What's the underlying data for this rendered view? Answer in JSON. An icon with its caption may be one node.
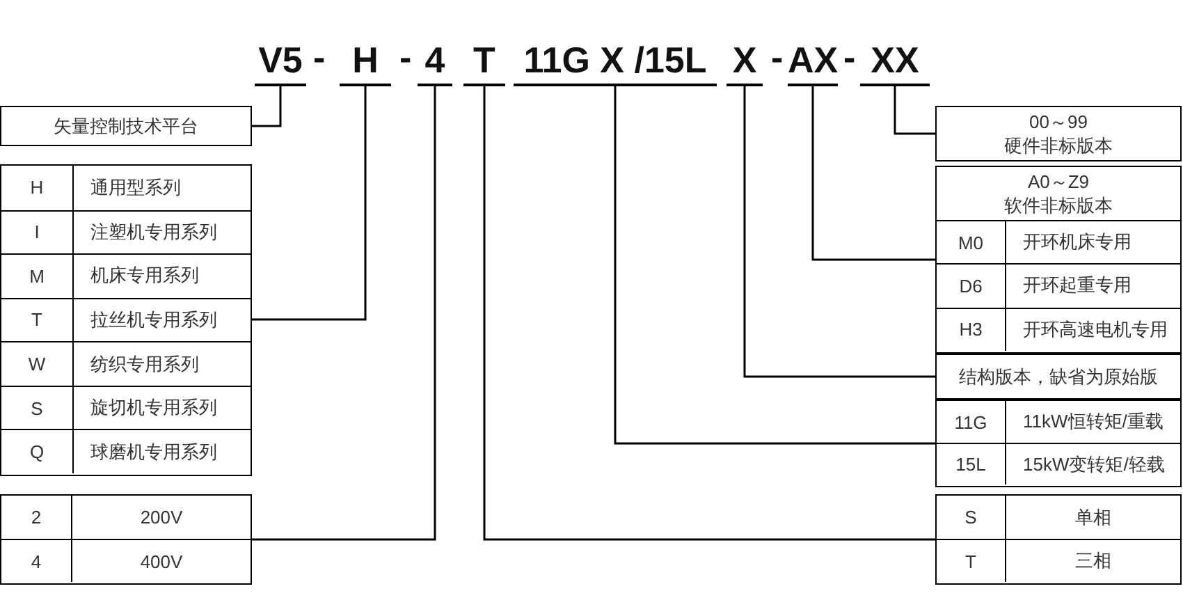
{
  "diagram": {
    "nodes": [
      {
        "text": [
          "V5"
        ]
      },
      {
        "text": [
          "H"
        ]
      },
      {
        "text": [
          "4"
        ]
      },
      {
        "text": [
          "T"
        ]
      },
      {
        "text": [
          "11G X /15L"
        ]
      },
      {
        "text": [
          "X"
        ]
      },
      {
        "text": [
          "AX"
        ]
      },
      {
        "text": [
          "XX"
        ]
      },
      {
        "text": [
          "矢量控制技术平台"
        ]
      },
      {
        "text": [],
        "shape": "box"
      },
      {
        "text": [
          "H",
          "通用型系列"
        ],
        "in": 9
      },
      {
        "text": [
          "I",
          "注塑机专用系列"
        ],
        "in": 9
      },
      {
        "text": [
          "M",
          "机床专用系列"
        ],
        "in": 9
      },
      {
        "text": [
          "T",
          "拉丝机专用系列"
        ],
        "in": 9
      },
      {
        "text": [
          "W",
          "纺织专用系列"
        ],
        "in": 9
      },
      {
        "text": [
          "S",
          "旋切机专用系列"
        ],
        "in": 9
      },
      {
        "text": [
          "Q",
          "球磨机专用系列"
        ],
        "in": 9
      },
      {
        "text": [],
        "shape": "box"
      },
      {
        "text": [
          "2",
          "200V"
        ],
        "in": 17
      },
      {
        "text": [
          "4",
          "400V"
        ],
        "in": 17
      },
      {
        "text": [
          "00～99",
          "硬件非标版本"
        ]
      },
      {
        "text": [
          "A0～Z9",
          "软件非标版本"
        ]
      },
      {
        "text": [
          "M0",
          "开环机床专用"
        ],
        "in": 21
      },
      {
        "text": [
          "D6",
          "开环起重专用"
        ],
        "in": 21
      },
      {
        "text": [
          "H3",
          "开环高速电机专用"
        ],
        "in": 21
      },
      {
        "text": [
          "结构版本，缺省为原始版"
        ]
      },
      {
        "text": [],
        "shape": "box"
      },
      {
        "text": [
          "11G",
          "11kW恒转矩/重载"
        ],
        "in": 26
      },
      {
        "text": [
          "15L",
          "15kW变转矩/轻载"
        ],
        "in": 26
      },
      {
        "text": [],
        "shape": "box"
      },
      {
        "text": [
          "S",
          "单相"
        ],
        "in": 29
      },
      {
        "text": [
          "T",
          "三相"
        ],
        "in": 29
      }
    ],
    "edges": [
      {
        "from": 0,
        "to": 8,
        "arrow": "none"
      },
      {
        "from": 1,
        "to": 13,
        "arrow": "none"
      },
      {
        "from": 2,
        "to": 17,
        "arrow": "none"
      },
      {
        "from": 3,
        "to": 29,
        "arrow": "none"
      },
      {
        "from": 4,
        "to": 26,
        "arrow": "none"
      },
      {
        "from": 5,
        "to": 25,
        "arrow": "none"
      },
      {
        "from": 6,
        "to": 21,
        "arrow": "none"
      },
      {
        "from": 7,
        "to": 20,
        "arrow": "none"
      }
    ],
    "labels": [
      "-",
      "-",
      "-",
      "-"
    ]
  }
}
